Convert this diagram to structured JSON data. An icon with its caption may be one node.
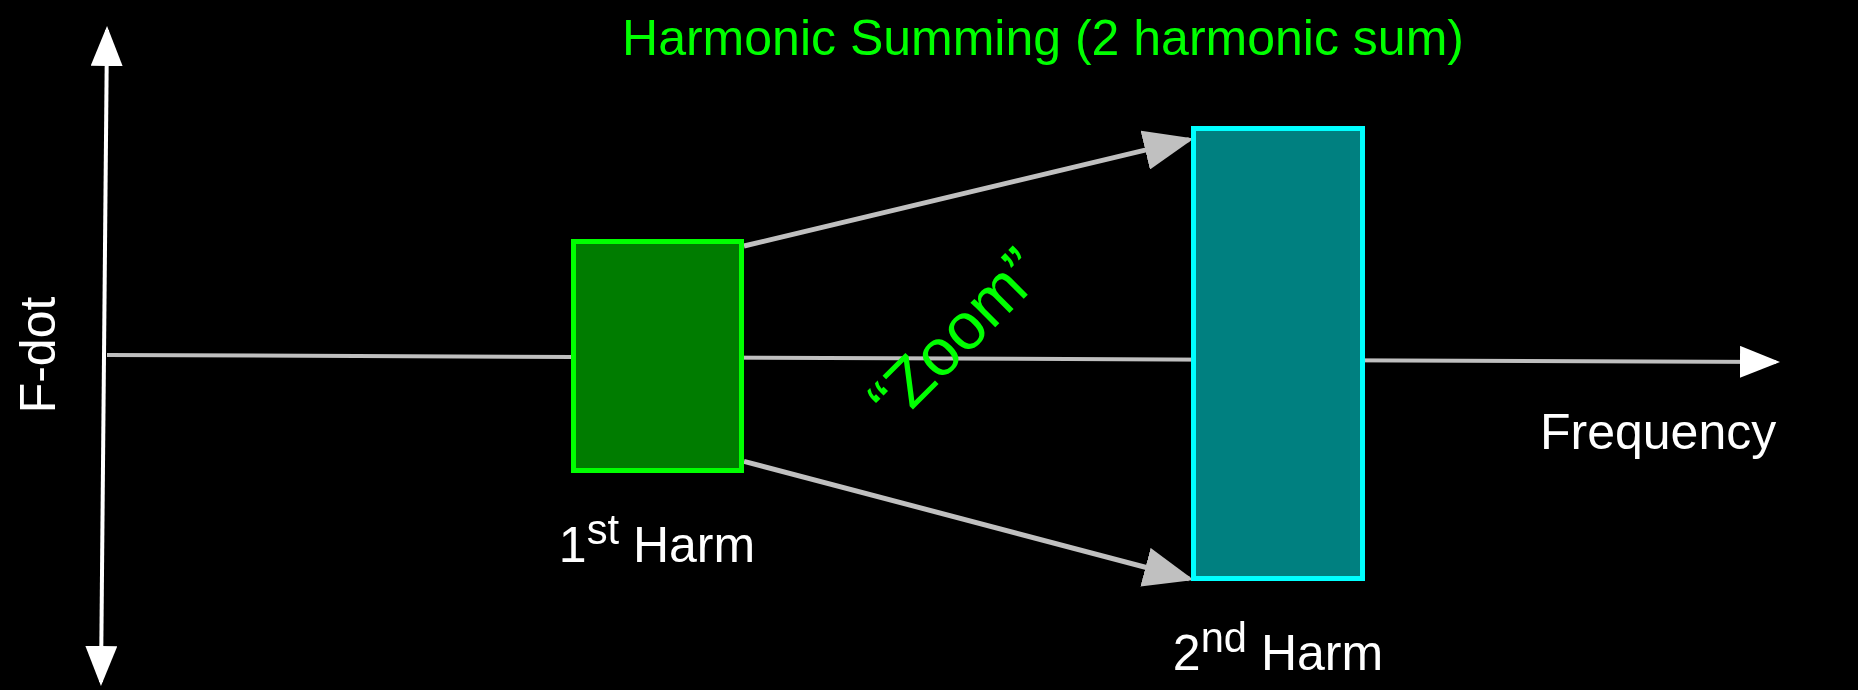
{
  "diagram": {
    "title": "Harmonic Summing (2 harmonic sum)",
    "nodes": [
      {
        "text": [],
        "shape": "box",
        "beside": [
          "1$^{st}$ Harm"
        ]
      },
      {
        "text": [],
        "shape": "box",
        "beside": [
          "2$^{nd}$ Harm"
        ]
      }
    ],
    "edges": [
      {
        "from": 0,
        "to": 1,
        "arrow": "to",
        "color": "#c0c0c0"
      },
      {
        "from": 0,
        "to": 1,
        "arrow": "to",
        "color": "#c0c0c0"
      }
    ],
    "labels": [
      "F-dot",
      "“Zoom”",
      "Frequency"
    ]
  }
}
